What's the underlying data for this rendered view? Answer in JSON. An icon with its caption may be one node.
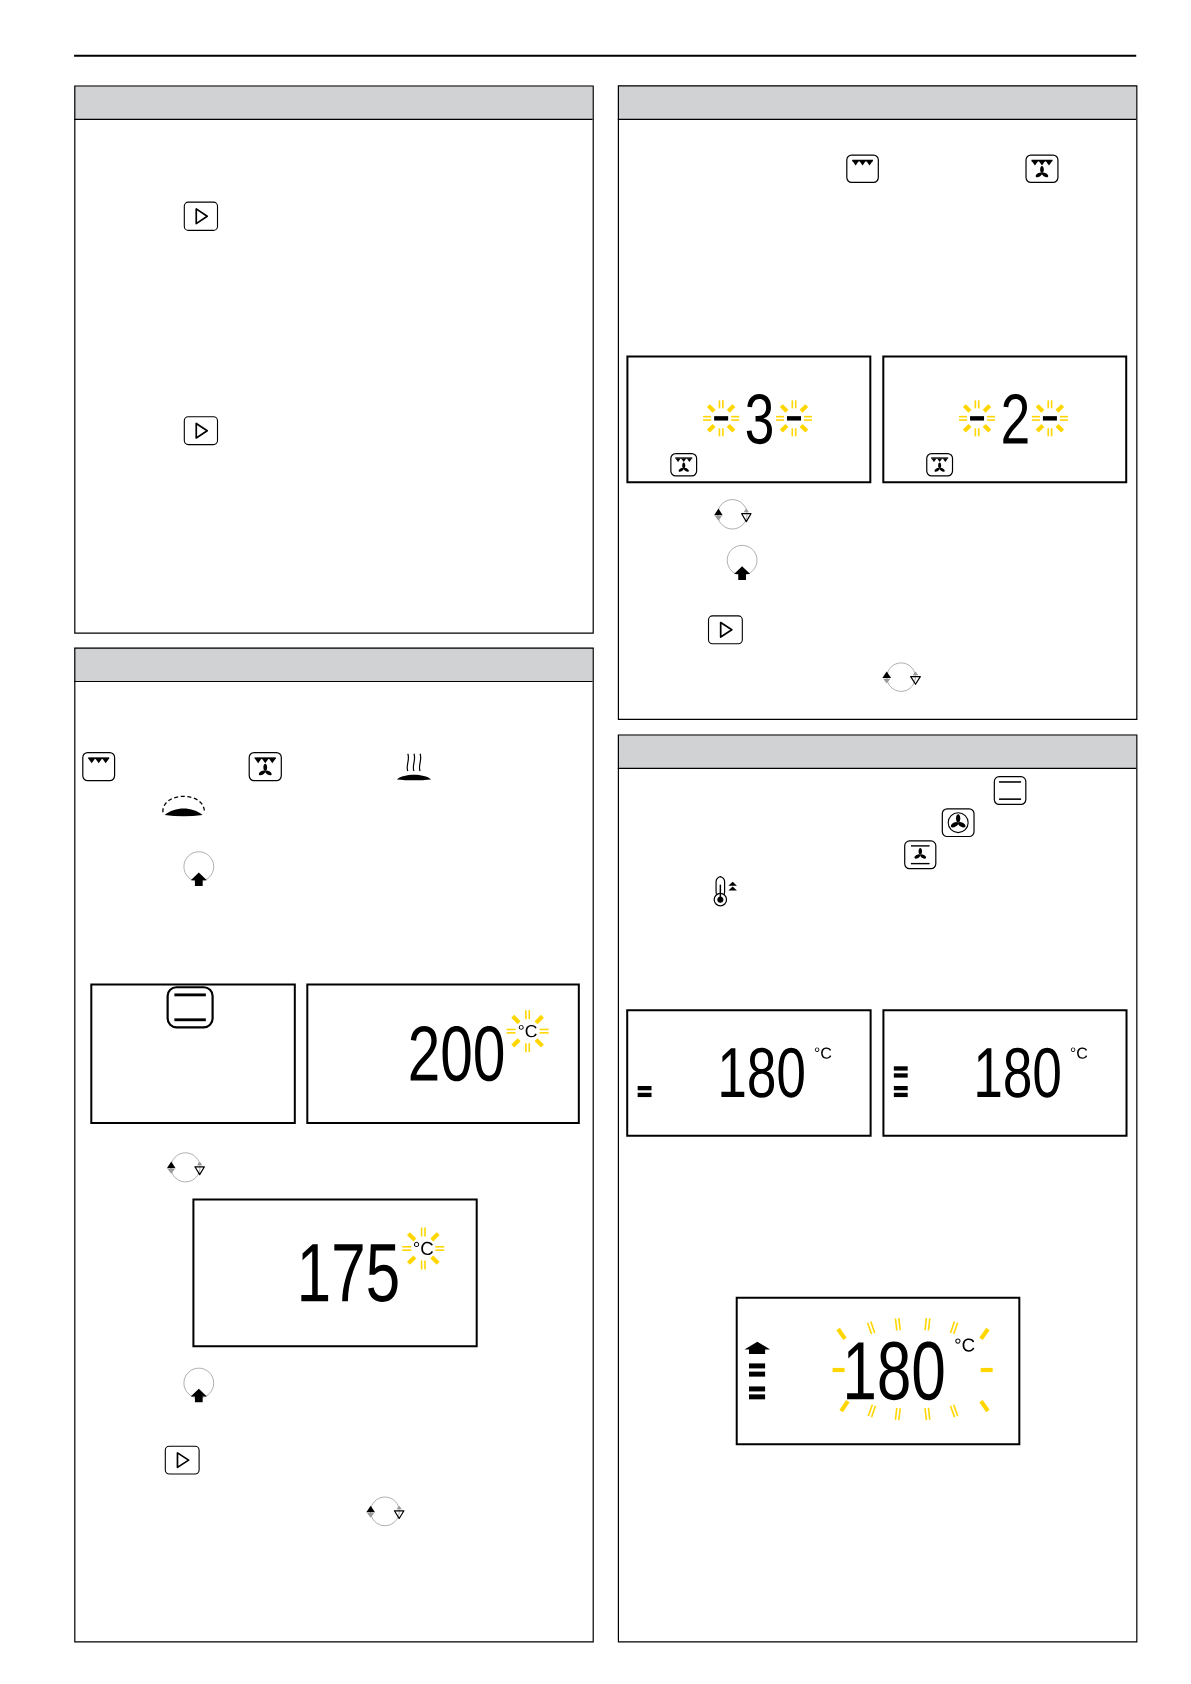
{
  "diagram": {
    "nodes": [
      {
        "text": [],
        "shape": "box"
      },
      {
        "text": [],
        "shape": "box"
      },
      {
        "text": [],
        "shape": "box",
        "in": 1
      },
      {
        "text": [
          "200",
          "°C"
        ],
        "in": 1
      },
      {
        "text": [
          "175",
          "°C"
        ],
        "in": 1
      },
      {
        "text": [],
        "shape": "box"
      },
      {
        "text": [
          "3"
        ],
        "in": 5
      },
      {
        "text": [
          "2"
        ],
        "in": 5
      },
      {
        "text": [],
        "shape": "box"
      },
      {
        "text": [
          "180",
          "°C"
        ],
        "in": 8
      },
      {
        "text": [
          "180",
          "°C"
        ],
        "in": 8
      },
      {
        "text": [
          "180",
          "°C"
        ],
        "in": 8
      }
    ]
  }
}
